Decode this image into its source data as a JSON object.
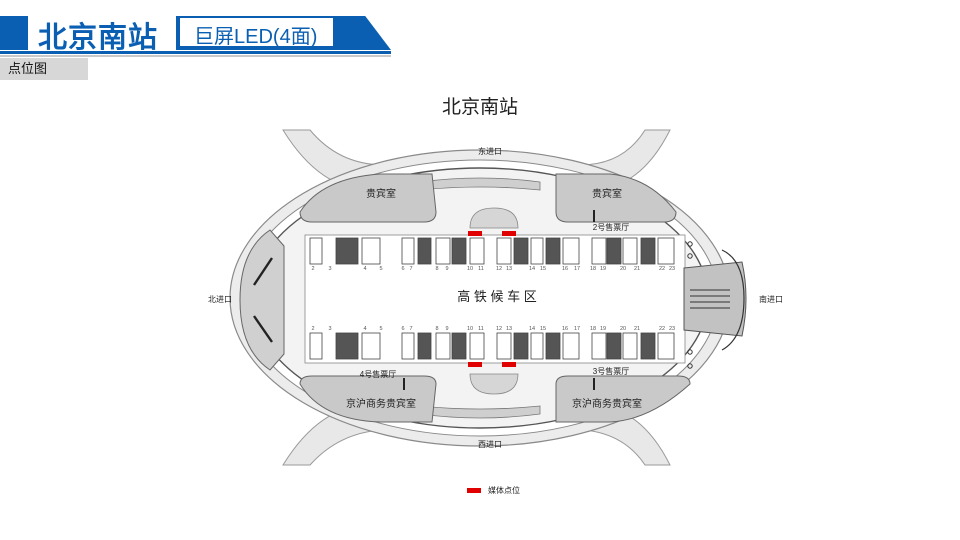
{
  "header": {
    "title": "北京南站",
    "subtitle": "巨屏LED(4面)",
    "section_label": "点位图"
  },
  "map": {
    "title": "北京南站",
    "entrances": {
      "east": "东进口",
      "west": "西进口",
      "north": "北进口",
      "south": "南进口"
    },
    "vip_rooms": {
      "top_left": "贵宾室",
      "top_right": "贵宾室",
      "bottom_left": "京沪商务贵宾室",
      "bottom_right": "京沪商务贵宾室"
    },
    "ticket_offices": {
      "office_2": "2号售票厅",
      "office_3": "3号售票厅",
      "office_4": "4号售票厅"
    },
    "center_label": "高 铁 候 车 区",
    "legend": "媒体点位",
    "colors": {
      "media": "#e00000",
      "brand": "#0b5fb3",
      "building": "#d4d4d4",
      "dark_gate": "#555555"
    },
    "gate_numbers_top": [
      "2",
      "3",
      "4",
      "5",
      "6",
      "7",
      "8",
      "9",
      "10",
      "11",
      "12",
      "13",
      "14",
      "15",
      "16",
      "17",
      "18",
      "19",
      "20",
      "21",
      "22",
      "23"
    ],
    "gate_numbers_bottom": [
      "2",
      "3",
      "4",
      "5",
      "6",
      "7",
      "8",
      "9",
      "10",
      "11",
      "12",
      "13",
      "14",
      "15",
      "16",
      "17",
      "18",
      "19",
      "20",
      "21",
      "22",
      "23"
    ]
  }
}
